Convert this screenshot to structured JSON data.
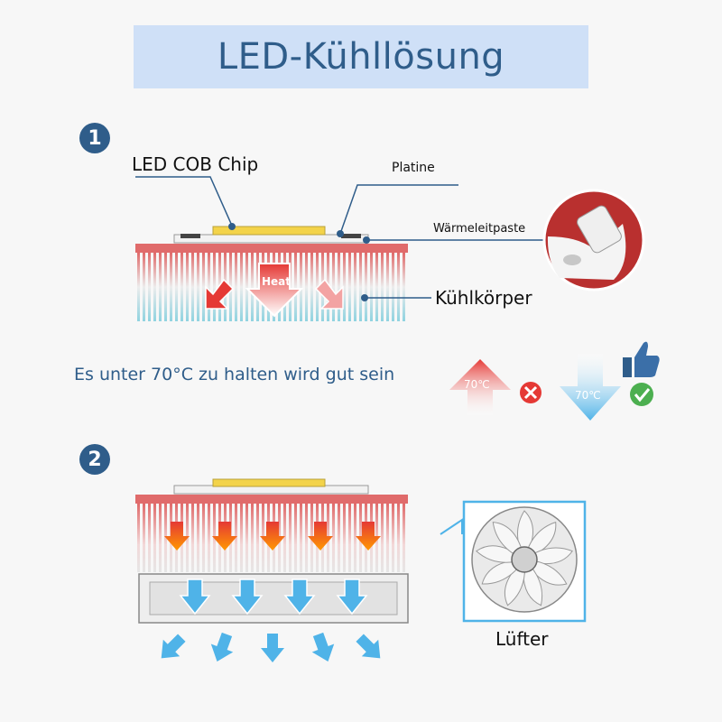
{
  "title": "LED-Kühllösung",
  "steps": [
    "1",
    "2"
  ],
  "labels": {
    "led_chip": "LED COB Chip",
    "platine": "Platine",
    "paste": "Wärmeleitpaste",
    "heatsink": "Kühlkörper",
    "heat": "Heat",
    "fan": "Lüfter"
  },
  "hint": "Es unter 70°C zu halten wird gut sein",
  "temps": {
    "bad": "70℃",
    "good": "70℃"
  },
  "colors": {
    "title_bg": "#cfe0f7",
    "title_text": "#2f5d8a",
    "heat_red": "#e53935",
    "cool_blue": "#4fb3e8",
    "check_green": "#4caf50",
    "thumb_blue": "#2f5d8a"
  },
  "icons": [
    "thumbs-up-icon",
    "x-icon",
    "check-icon"
  ]
}
